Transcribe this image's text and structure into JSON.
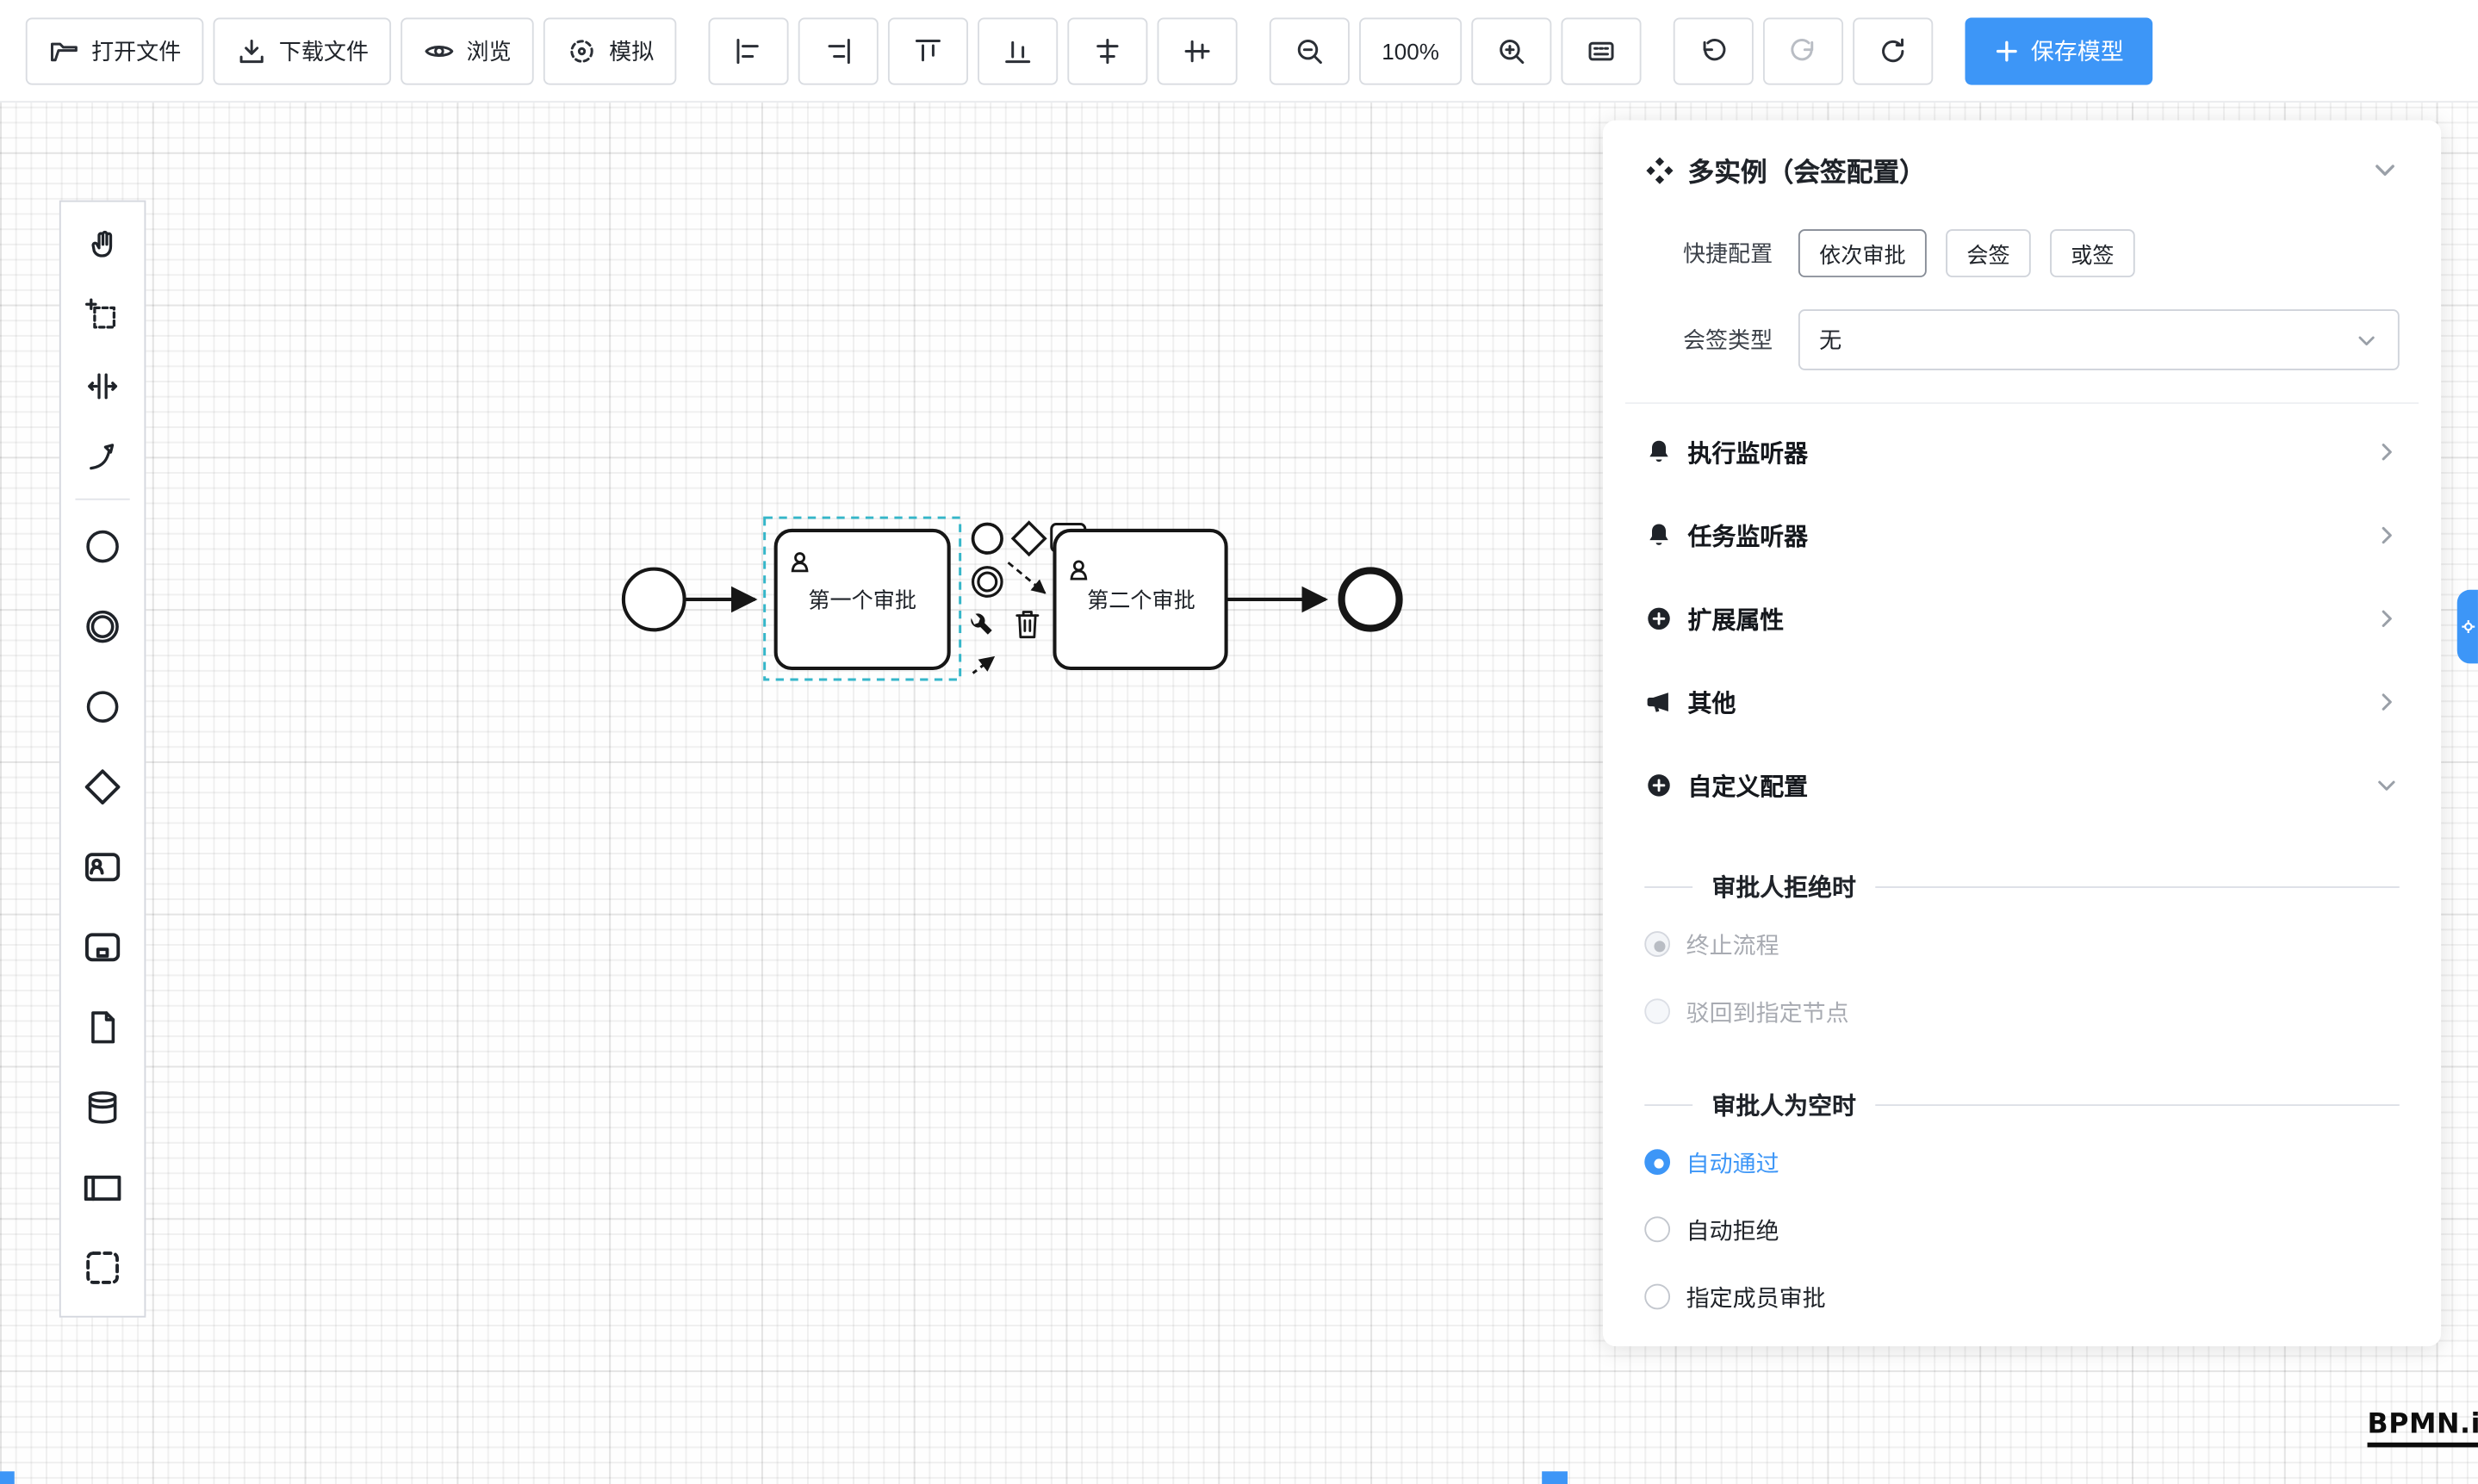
{
  "colors": {
    "primary": "#3d96f7",
    "selection": "#35b6c9"
  },
  "toolbar": {
    "open_label": "打开文件",
    "download_label": "下载文件",
    "preview_label": "浏览",
    "simulate_label": "模拟",
    "zoom_level": "100%",
    "save_label": "保存模型"
  },
  "palette": {
    "tools": [
      "hand-tool",
      "lasso-tool",
      "space-tool",
      "global-connect-tool"
    ],
    "elements": [
      "start-event",
      "intermediate-event",
      "end-event",
      "gateway",
      "user-task",
      "subprocess",
      "file",
      "data-store",
      "participant",
      "group"
    ]
  },
  "canvas": {
    "task1_label": "第一个审批",
    "task2_label": "第二个审批"
  },
  "panel": {
    "title": "多实例（会签配置）",
    "quick_config_label": "快捷配置",
    "quick_options": [
      "依次审批",
      "会签",
      "或签"
    ],
    "quick_active": "依次审批",
    "sign_type_label": "会签类型",
    "sign_type_value": "无",
    "rows": [
      {
        "label": "执行监听器"
      },
      {
        "label": "任务监听器"
      },
      {
        "label": "扩展属性"
      },
      {
        "label": "其他"
      },
      {
        "label": "自定义配置"
      }
    ],
    "reject_section_title": "审批人拒绝时",
    "reject_options": [
      {
        "label": "终止流程",
        "selected": true,
        "disabled": true
      },
      {
        "label": "驳回到指定节点",
        "selected": false,
        "disabled": true
      }
    ],
    "empty_section_title": "审批人为空时",
    "empty_options": [
      {
        "label": "自动通过",
        "selected": true
      },
      {
        "label": "自动拒绝",
        "selected": false
      },
      {
        "label": "指定成员审批",
        "selected": false
      }
    ]
  },
  "logo_text": "BPMN.iO"
}
